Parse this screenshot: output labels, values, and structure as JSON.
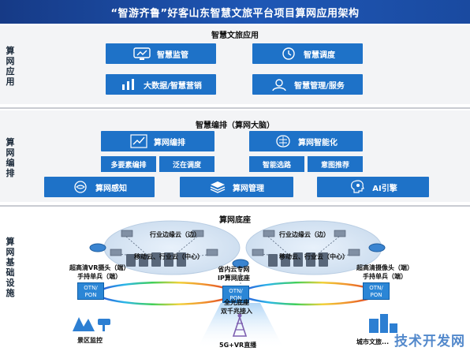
{
  "title": "“智游齐鲁”好客山东智慧文旅平台项目算网应用架构",
  "sections": {
    "app": {
      "side_label": [
        "算",
        "网",
        "应",
        "用"
      ],
      "title": "智慧文旅应用",
      "buttons": [
        "智慧监管",
        "智慧调度",
        "大数据/智慧营销",
        "智慧管理/服务"
      ]
    },
    "orch": {
      "side_label": [
        "算",
        "网",
        "编",
        "排"
      ],
      "title": "智慧编排（算网大脑）",
      "buttons": [
        "算网编排",
        "算网智能化",
        "算网感知",
        "算网管理",
        "AI引擎"
      ],
      "chips": [
        "多要素编排",
        "泛在调度",
        "智能选路",
        "意图推荐"
      ]
    },
    "base": {
      "side_label": [
        "算",
        "网",
        "基",
        "础",
        "设",
        "施"
      ],
      "title": "算网底座",
      "left_cloud": {
        "edge": "行业边缘云（边）",
        "center": "移动云、行业云（中心）"
      },
      "right_cloud": {
        "edge": "行业边缘云（边）",
        "center": "移动云、行业云（中心）"
      },
      "left_endpoint": [
        "超高清VR摄头（端）",
        "手持单兵（端）"
      ],
      "right_endpoint": [
        "超高清摄像头（端）",
        "手持单兵（端）"
      ],
      "middle_node": [
        "省内云专网",
        "IP算网底座"
      ],
      "otn_label": [
        "OTN/",
        "PON"
      ],
      "full_light": [
        "全光底座",
        "双千兆接入"
      ],
      "bottom_labels": [
        "景区监控",
        "5G+VR直播",
        "城市文旅..."
      ]
    }
  },
  "watermark": "技术开发网",
  "colors": {
    "title_bg": "#1e57b5",
    "button": "#1e72c8",
    "section_bg": "#f3f4f6"
  }
}
